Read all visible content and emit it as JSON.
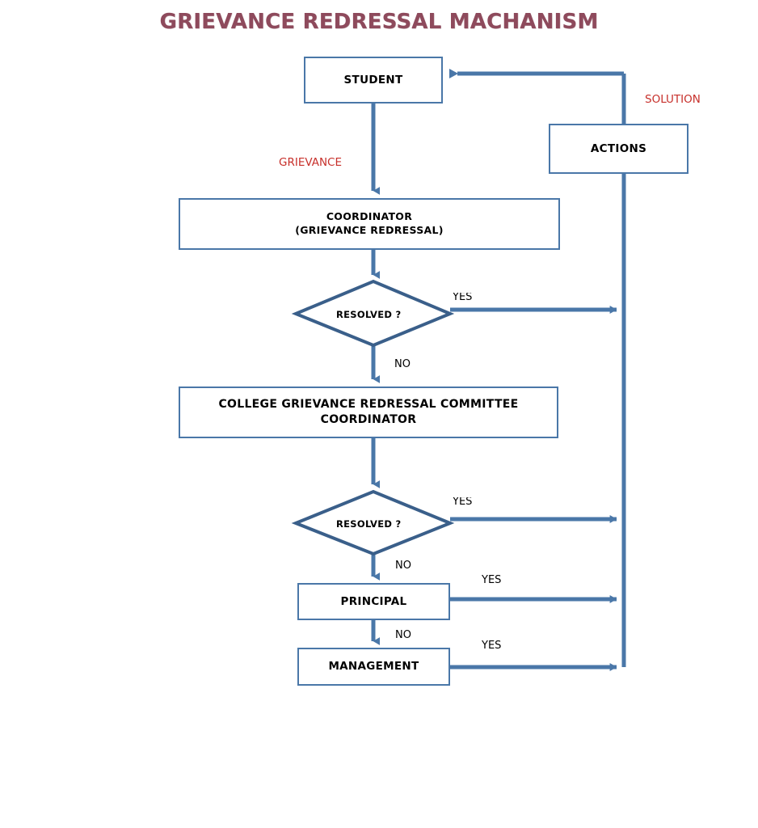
{
  "title": "GRIEVANCE REDRESSAL MACHANISM",
  "colors": {
    "title": "#8e4a5c",
    "connector": "#4a77a8",
    "box_border": "#4a77a8",
    "diamond_border": "#3a5f8a",
    "label_red": "#c7302b",
    "label_black": "#000000",
    "background": "#ffffff"
  },
  "nodes": {
    "student": {
      "label": "STUDENT"
    },
    "actions": {
      "label": "ACTIONS"
    },
    "coordinator": {
      "line1": "COORDINATOR",
      "line2": "(GRIEVANCE REDRESSAL)"
    },
    "committee": {
      "line1": "COLLEGE GRIEVANCE REDRESSAL COMMITTEE",
      "line2": "COORDINATOR"
    },
    "principal": {
      "label": "PRINCIPAL"
    },
    "management": {
      "label": "MANAGEMENT"
    },
    "decision1": {
      "label": "RESOLVED ?"
    },
    "decision2": {
      "label": "RESOLVED ?"
    }
  },
  "edge_labels": {
    "grievance": "GRIEVANCE",
    "solution": "SOLUTION",
    "yes_1": "YES",
    "no_1": "NO",
    "yes_2": "YES",
    "no_2": "NO",
    "yes_3": "YES",
    "no_3": "NO",
    "yes_4": "YES"
  },
  "chart_data": {
    "type": "diagram",
    "diagram_kind": "flowchart",
    "title": "GRIEVANCE REDRESSAL MACHANISM",
    "nodes": [
      {
        "id": "student",
        "shape": "rect",
        "text": "STUDENT"
      },
      {
        "id": "coordinator",
        "shape": "rect",
        "text": "COORDINATOR (GRIEVANCE REDRESSAL)"
      },
      {
        "id": "decision1",
        "shape": "diamond",
        "text": "RESOLVED ?"
      },
      {
        "id": "committee",
        "shape": "rect",
        "text": "COLLEGE GRIEVANCE REDRESSAL COMMITTEE COORDINATOR"
      },
      {
        "id": "decision2",
        "shape": "diamond",
        "text": "RESOLVED ?"
      },
      {
        "id": "principal",
        "shape": "rect",
        "text": "PRINCIPAL"
      },
      {
        "id": "management",
        "shape": "rect",
        "text": "MANAGEMENT"
      },
      {
        "id": "actions",
        "shape": "rect",
        "text": "ACTIONS"
      }
    ],
    "edges": [
      {
        "from": "student",
        "to": "coordinator",
        "label": "GRIEVANCE"
      },
      {
        "from": "coordinator",
        "to": "decision1",
        "label": ""
      },
      {
        "from": "decision1",
        "to": "actions",
        "label": "YES"
      },
      {
        "from": "decision1",
        "to": "committee",
        "label": "NO"
      },
      {
        "from": "committee",
        "to": "decision2",
        "label": ""
      },
      {
        "from": "decision2",
        "to": "actions",
        "label": "YES"
      },
      {
        "from": "decision2",
        "to": "principal",
        "label": "NO"
      },
      {
        "from": "principal",
        "to": "actions",
        "label": "YES"
      },
      {
        "from": "principal",
        "to": "management",
        "label": "NO"
      },
      {
        "from": "management",
        "to": "actions",
        "label": "YES"
      },
      {
        "from": "actions",
        "to": "student",
        "label": "SOLUTION"
      }
    ]
  }
}
